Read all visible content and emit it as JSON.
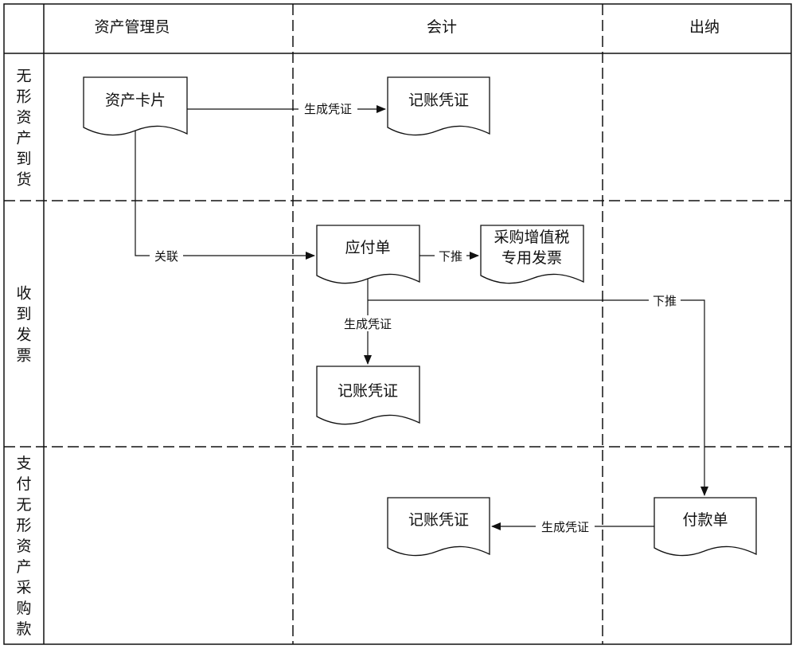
{
  "columns": {
    "asset_admin": "资产管理员",
    "accountant": "会计",
    "cashier": "出纳"
  },
  "phases": {
    "arrival": [
      "无",
      "形",
      "资",
      "产",
      "到",
      "货"
    ],
    "invoice": [
      "收",
      "到",
      "发",
      "票"
    ],
    "payment": [
      "支",
      "付",
      "无",
      "形",
      "资",
      "产",
      "采",
      "购",
      "款"
    ]
  },
  "documents": {
    "asset_card": "资产卡片",
    "voucher_1": "记账凭证",
    "payable": "应付单",
    "vat_invoice": [
      "采购增值税",
      "专用发票"
    ],
    "voucher_2": "记账凭证",
    "voucher_3": "记账凭证",
    "payment_order": "付款单"
  },
  "edges": {
    "card_to_voucher": "生成凭证",
    "card_to_payable": "关联",
    "payable_to_invoice": "下推",
    "payable_to_voucher": "生成凭证",
    "payable_to_payment": "下推",
    "payment_to_voucher": "生成凭证"
  },
  "colors": {
    "line": "#111111",
    "background": "#ffffff"
  }
}
